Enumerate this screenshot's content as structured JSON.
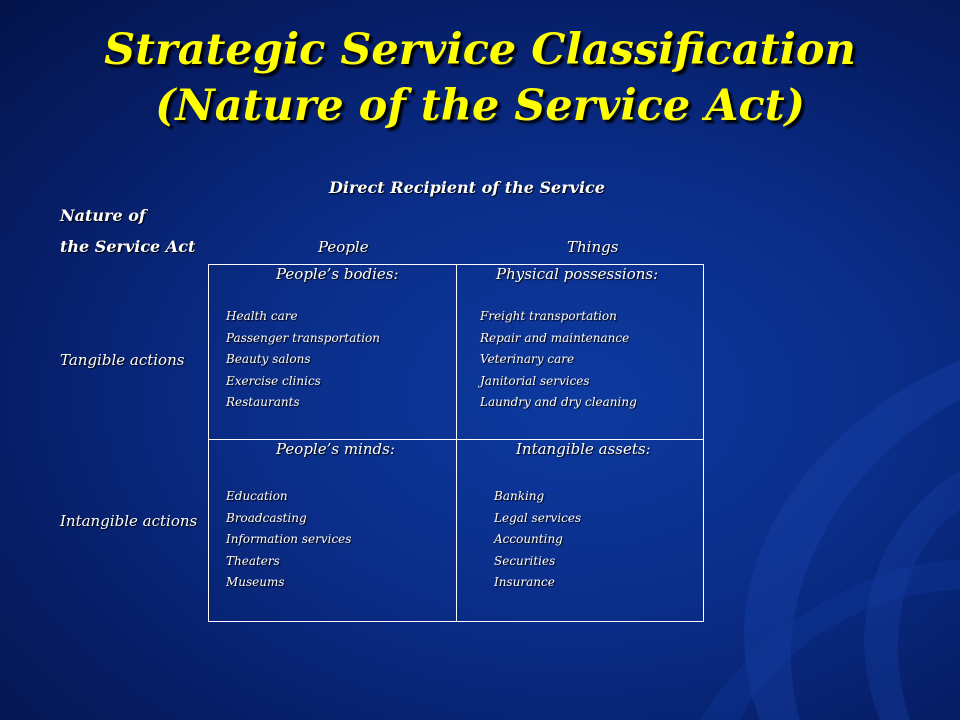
{
  "slide": {
    "title_line1": "Strategic Service Classification",
    "title_line2": "(Nature of the Service Act)",
    "recipient_header": "Direct Recipient of the Service",
    "nature_line1": "Nature of",
    "nature_line2": "the Service Act",
    "col_people": "People",
    "col_things": "Things",
    "row_tangible": "Tangible actions",
    "row_intangible": "Intangible actions",
    "cells": {
      "bodies_title": "People’s bodies:",
      "bodies_items": [
        "Health care",
        "Passenger transportation",
        "Beauty salons",
        "Exercise clinics",
        "Restaurants"
      ],
      "possessions_title": "Physical possessions:",
      "possessions_items": [
        "Freight transportation",
        "Repair and maintenance",
        "Veterinary care",
        "Janitorial services",
        "Laundry and dry cleaning"
      ],
      "minds_title": "People’s minds:",
      "minds_items": [
        "Education",
        "Broadcasting",
        "Information services",
        "Theaters",
        "Museums"
      ],
      "assets_title": "Intangible assets:",
      "assets_items": [
        "Banking",
        "Legal services",
        "Accounting",
        "Securities",
        "Insurance"
      ]
    },
    "colors": {
      "title": "#ffff00",
      "text": "#ffffff",
      "background": "#0a2d88"
    }
  }
}
